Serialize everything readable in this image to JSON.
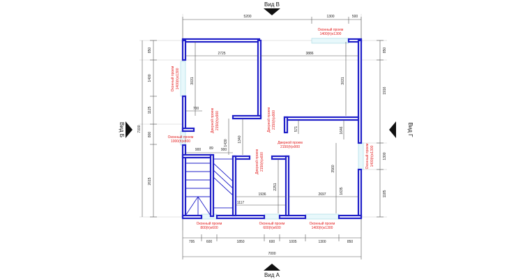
{
  "views": {
    "top": "Вид В",
    "bottom": "Вид А",
    "left": "Вид Б",
    "right": "Вид Г"
  },
  "dimensions": {
    "top": [
      "5200",
      "1300",
      "500"
    ],
    "bottom_parts": [
      "795",
      "600",
      "1850",
      "600",
      "1005",
      "1300",
      "850"
    ],
    "bottom_total": "7000",
    "left_parts": [
      "850",
      "1400",
      "1125",
      "800",
      "2615"
    ],
    "left_total": "7000",
    "right_parts": [
      "850",
      "1916",
      "1300",
      "1185"
    ],
    "interior": {
      "d2725": "2725",
      "d3886": "3886",
      "d3031a": "3031",
      "d3031b": "3031",
      "d700": "700",
      "d900a": "900",
      "d89": "89",
      "d900b": "900",
      "d1430": "1430",
      "d1340": "1340",
      "d571": "571",
      "d1646": "1646",
      "d3560": "3560",
      "d1635": "1635",
      "d2251": "2251",
      "d1936": "1936",
      "d2697": "2697",
      "d1117": "1117"
    }
  },
  "labels": {
    "win_top": [
      "Оконный проем",
      "1400(h)х1300"
    ],
    "win_left": [
      "Оконный проем",
      "1400(h)х1300"
    ],
    "win_leftmid": [
      "Оконный проем",
      "1000(h)х800"
    ],
    "win_right": [
      "Оконный проем",
      "1400(h)х1300"
    ],
    "win_bot1": [
      "Оконный проем",
      "800(h)х600"
    ],
    "win_bot2": [
      "Оконный проем",
      "600(h)х600"
    ],
    "win_bot3": [
      "Оконный проем",
      "1400(h)х1300"
    ],
    "door1": [
      "Дверной проем",
      "2150(h)х900"
    ],
    "door2": [
      "Дверной проем",
      "2150(h)х900"
    ],
    "door3": [
      "Дверной проем",
      "2150(h)х900"
    ],
    "door4": [
      "Дверной проем",
      "2150(h)х600"
    ]
  }
}
